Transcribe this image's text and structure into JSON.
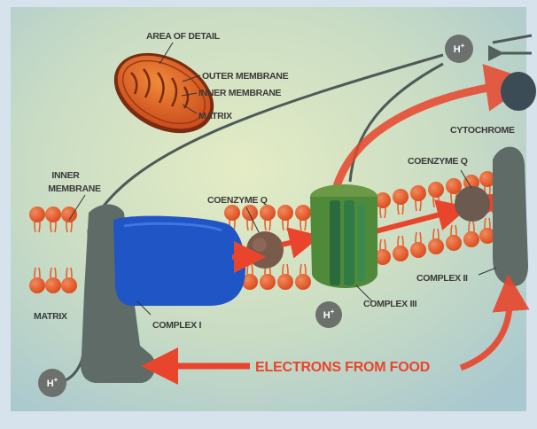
{
  "labels": {
    "area_of_detail": "AREA OF DETAIL",
    "outer_membrane": "OUTER MEMBRANE",
    "inner_membrane_detail": "INNER MEMBRANE",
    "matrix_detail": "MATRIX",
    "inner_membrane_line1": "INNER",
    "inner_membrane_line2": "MEMBRANE",
    "matrix": "MATRIX",
    "coenzyme_q_left": "COENZYME Q",
    "coenzyme_q_right": "COENZYME Q",
    "complex_i": "COMPLEX I",
    "complex_iii": "COMPLEX III",
    "complex_ii": "COMPLEX II",
    "cytochrome": "CYTOCHROME",
    "electrons_from_food": "ELECTRONS FROM FOOD"
  },
  "ions": {
    "top": "H+",
    "middle": "H+",
    "bottom": "H+"
  },
  "colors": {
    "background": "#dfe9c8",
    "membrane_orange": "#e8612c",
    "complex_i_blue": "#1f55c4",
    "complex_iii_green": "#4f8a3a",
    "dark_gray": "#5f6b66",
    "arrow_red": "#e8452c"
  }
}
